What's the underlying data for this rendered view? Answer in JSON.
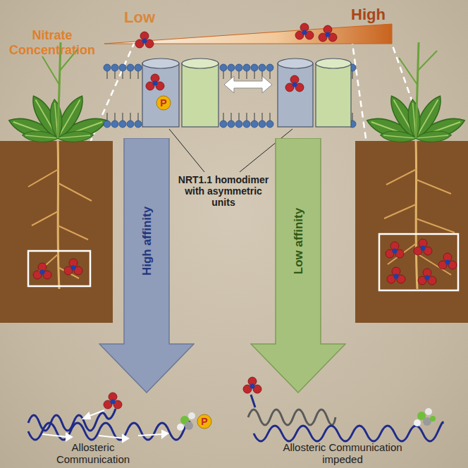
{
  "diagram": {
    "nodes": [
      {
        "text": [
          "P"
        ]
      },
      {
        "text": [
          "High affinity"
        ]
      },
      {
        "text": [
          "Low affinity"
        ]
      },
      {
        "text": [
          "P"
        ]
      }
    ],
    "labels": [
      "Nitrate Concentration",
      "Low",
      "High",
      "NRT1.1 homodimer with asymmetric units",
      "Allosteric Communication",
      "Allosteric Communication impeded"
    ]
  }
}
